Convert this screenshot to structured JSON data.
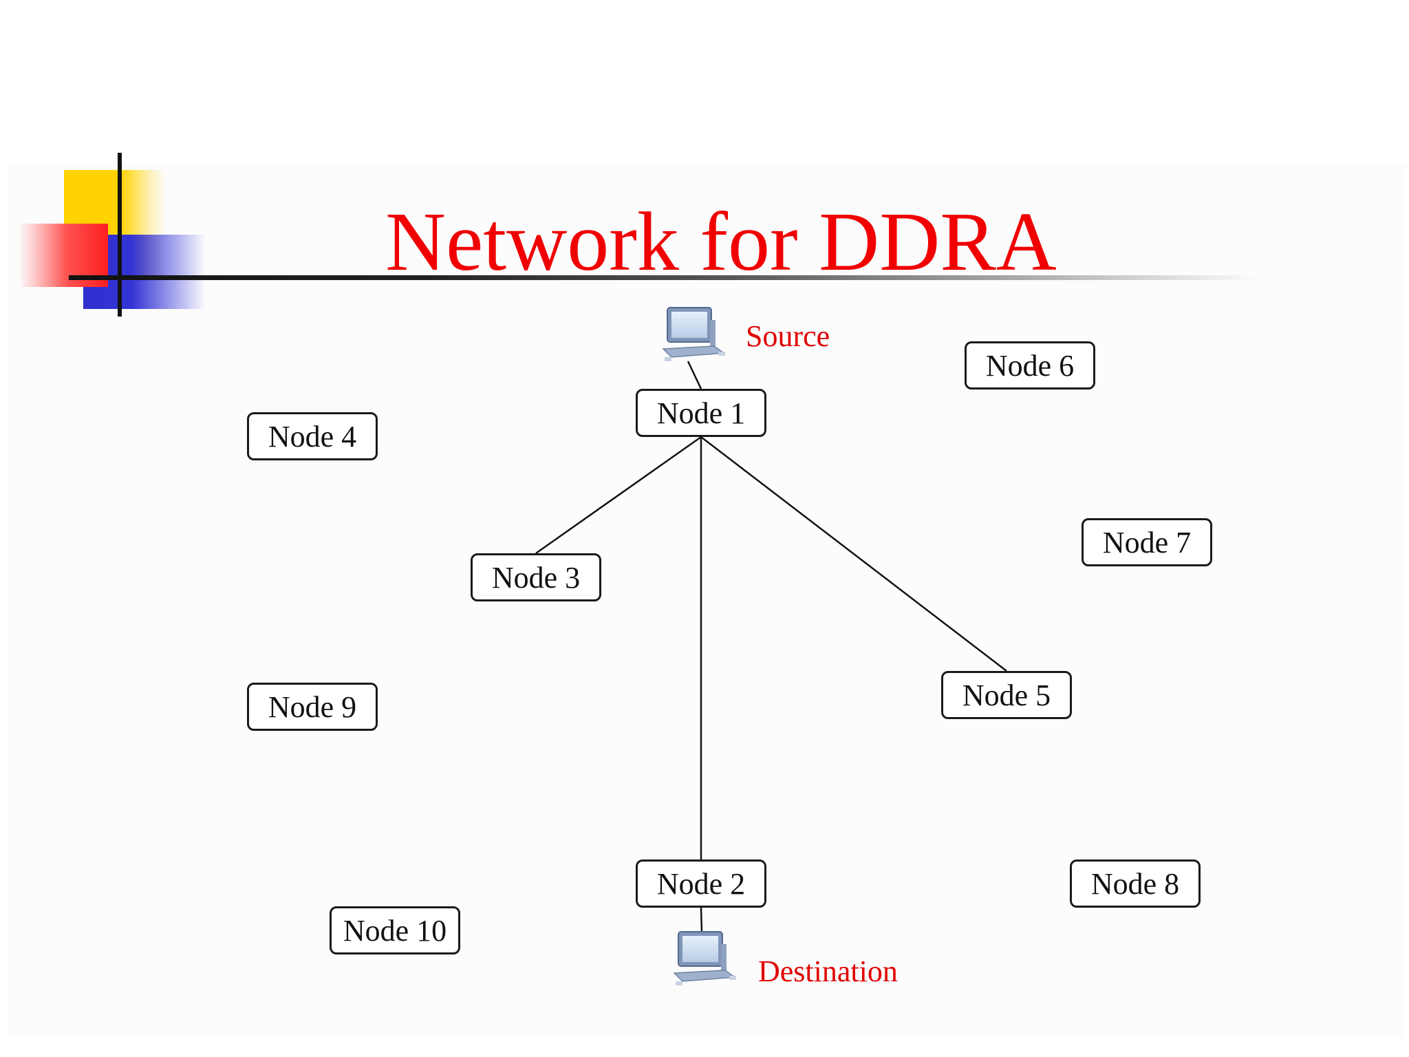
{
  "title": "Network for DDRA",
  "endpoints": {
    "source": {
      "label": "Source",
      "icon": "computer-icon"
    },
    "destination": {
      "label": "Destination",
      "icon": "computer-icon"
    }
  },
  "nodes": [
    {
      "id": "n1",
      "label": "Node 1"
    },
    {
      "id": "n2",
      "label": "Node 2"
    },
    {
      "id": "n3",
      "label": "Node 3"
    },
    {
      "id": "n4",
      "label": "Node 4"
    },
    {
      "id": "n5",
      "label": "Node 5"
    },
    {
      "id": "n6",
      "label": "Node 6"
    },
    {
      "id": "n7",
      "label": "Node 7"
    },
    {
      "id": "n8",
      "label": "Node 8"
    },
    {
      "id": "n9",
      "label": "Node 9"
    },
    {
      "id": "n10",
      "label": "Node 10"
    }
  ],
  "edges": [
    {
      "from": "source",
      "to": "n1"
    },
    {
      "from": "n1",
      "to": "n3"
    },
    {
      "from": "n1",
      "to": "n2"
    },
    {
      "from": "n1",
      "to": "n5"
    },
    {
      "from": "n2",
      "to": "destination"
    }
  ],
  "colors": {
    "title": "#f00000",
    "endpoint_label": "#e00000",
    "node_border": "#1a1a1a",
    "edge": "#111111"
  }
}
